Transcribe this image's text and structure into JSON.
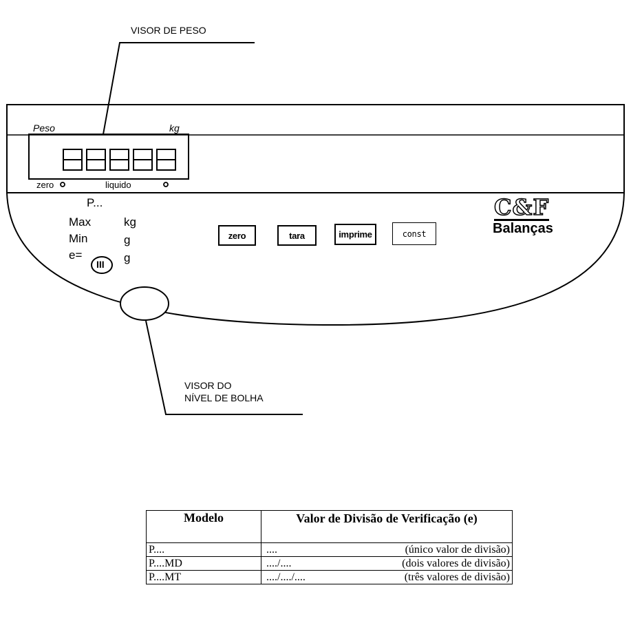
{
  "callouts": {
    "weight_display": "VISOR DE PESO",
    "bubble_level_line1": "VISOR DO",
    "bubble_level_line2": "NÍVEL DE BOLHA"
  },
  "display": {
    "peso_label": "Peso",
    "unit_label": "kg",
    "digits": [
      "8",
      "8",
      "8",
      "8",
      "8"
    ],
    "zero_label": "zero",
    "liquido_label": "liquido"
  },
  "specs": {
    "model": "P...",
    "max_label": "Max",
    "max_unit": "kg",
    "min_label": "Min",
    "min_unit": "g",
    "e_label": "e=",
    "class_mark": "III",
    "e_unit": "g"
  },
  "buttons": {
    "zero": "zero",
    "tara": "tara",
    "imprime": "imprime",
    "const": "const"
  },
  "brand": {
    "logo": "C&F",
    "name": "Balanças"
  },
  "table": {
    "headers": [
      "Modelo",
      "Valor de Divisão de Verificação (e)"
    ],
    "rows": [
      {
        "model": "P....",
        "value": "....",
        "desc": "(único valor de divisão)"
      },
      {
        "model": "P....MD",
        "value": "..../....",
        "desc": "(dois valores de divisão)"
      },
      {
        "model": "P....MT",
        "value": "..../..../....",
        "desc": "(três valores de divisão)"
      }
    ]
  }
}
